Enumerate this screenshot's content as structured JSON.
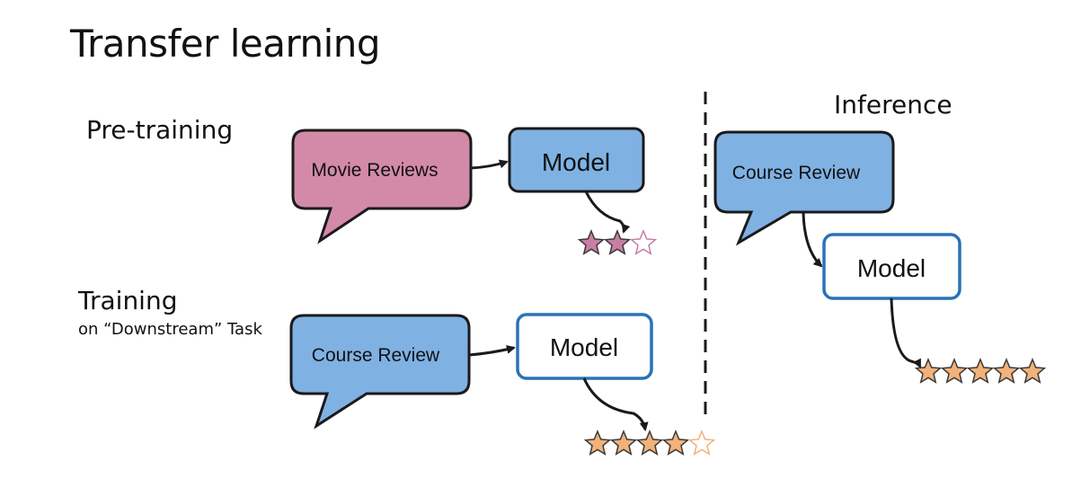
{
  "title": "Transfer learning",
  "sections": {
    "pretraining": "Pre-training",
    "training": "Training",
    "training_sub": "on “Downstream” Task",
    "inference": "Inference"
  },
  "bubbles": {
    "movie_reviews": "Movie Reviews",
    "course_review_training": "Course Review",
    "course_review_inference": "Course Review"
  },
  "models": {
    "pretraining": "Model",
    "training": "Model",
    "inference": "Model"
  },
  "ratings": {
    "pretraining": {
      "filled": 2,
      "total": 3,
      "color": "#c77fa4"
    },
    "training": {
      "filled": 4,
      "total": 5,
      "color": "#f2b27a"
    },
    "inference": {
      "filled": 5,
      "total": 5,
      "color": "#f2b27a"
    }
  },
  "colors": {
    "pink_fill": "#d38aa8",
    "blue_fill": "#7fb1e3",
    "blue_border": "#2a72b8",
    "dark_stroke": "#1a1a1a"
  }
}
